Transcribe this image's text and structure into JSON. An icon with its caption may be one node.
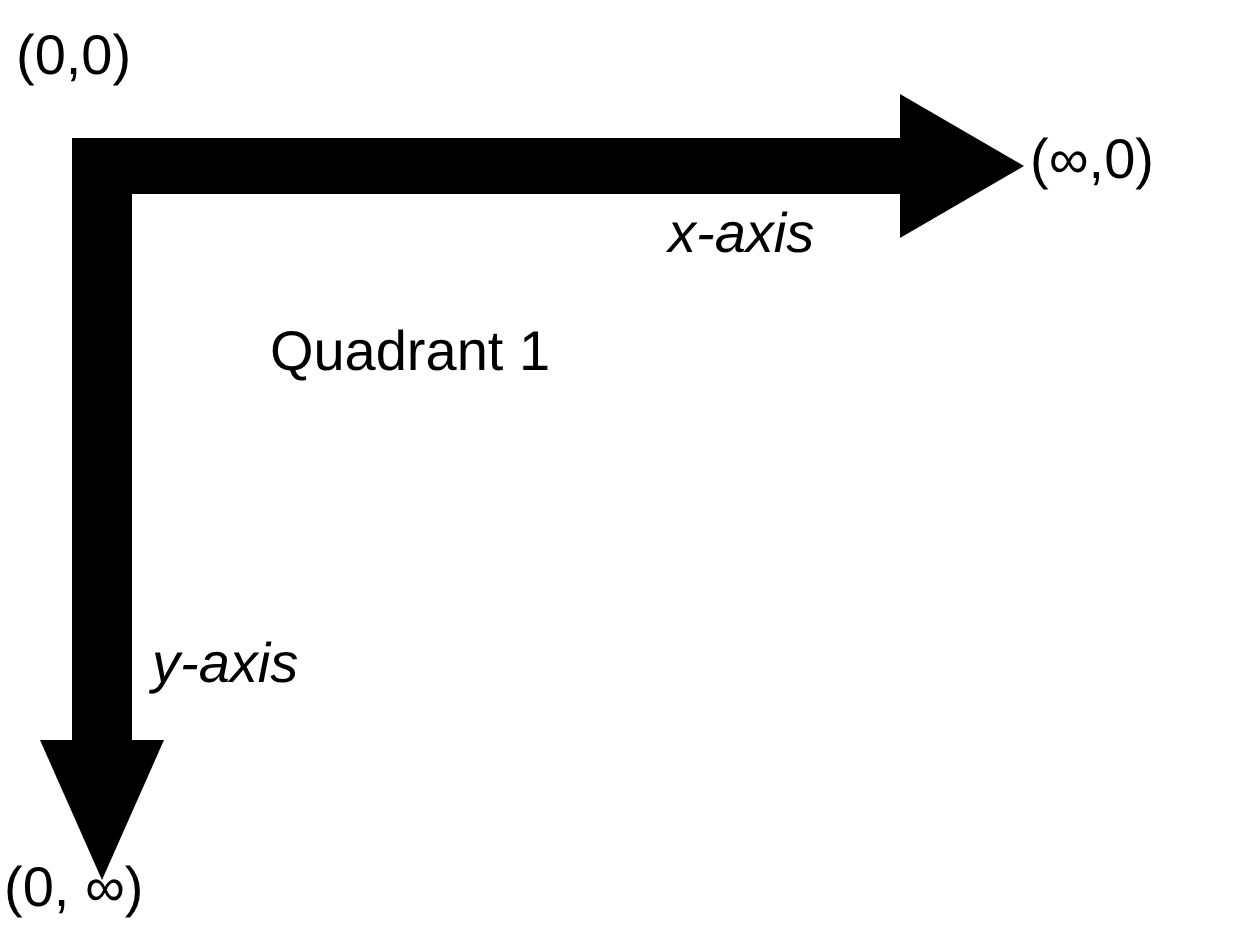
{
  "diagram": {
    "labels": [
      "(0,0)",
      "(∞,0)",
      "x-axis",
      "Quadrant 1",
      "y-axis",
      "(0, ∞)"
    ]
  }
}
